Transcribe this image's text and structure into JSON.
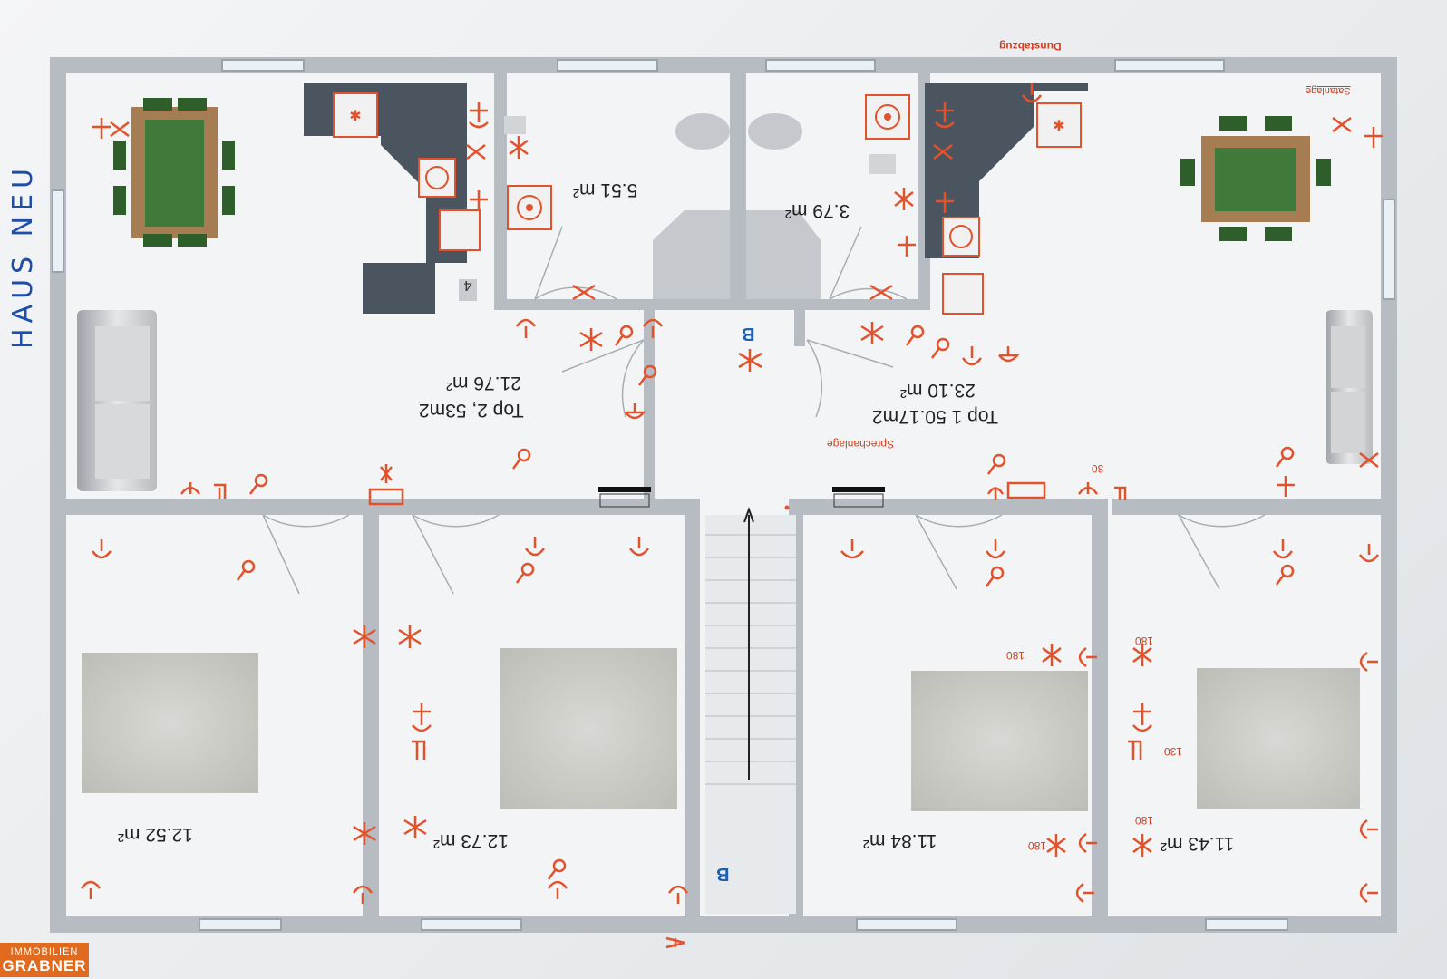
{
  "handwritten_note": "HAUS NEU",
  "brand": {
    "line1": "IMMOBILIEN",
    "line2": "GRABNER"
  },
  "labels": {
    "dunstabzug": "Dunstabzug",
    "satanlage": "Satanlage",
    "sprechanlage": "Sprechanlage",
    "bath_left": "5.51 m²",
    "bath_right": "3.79 m²",
    "top2_title": "Top 2, 53m2",
    "top2_area": "21.76 m²",
    "top1_title": "Top 1 50.17m2",
    "top1_area": "23.10 m²",
    "room1": "12.52 m²",
    "room2": "12.73 m²",
    "room3": "11.84 m²",
    "room4": "11.43 m²",
    "stair_mark_top": "B",
    "stair_mark_bottom": "B",
    "num_4": "4",
    "h180a": "180",
    "h180b": "180",
    "h180c": "180",
    "h180d": "180",
    "h130": "130",
    "h30": "30"
  },
  "colors": {
    "wall": "#b7bcc3",
    "symbol": "#e2522c",
    "accent_blue": "#1e5fb0",
    "kitchen": "#4a5560"
  }
}
